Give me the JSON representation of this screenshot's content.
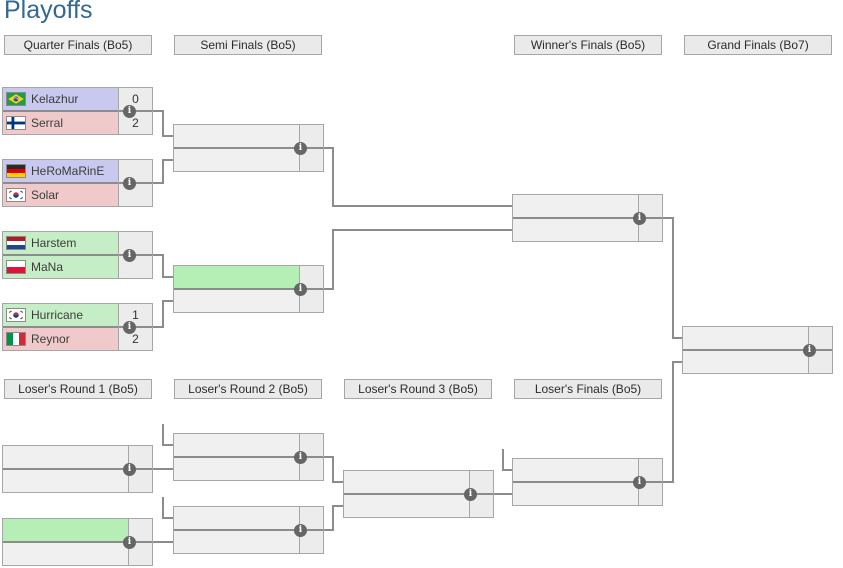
{
  "title": "Playoffs",
  "glyphs": {
    "info": "i"
  },
  "rounds": {
    "upper": [
      {
        "label": "Quarter Finals (Bo5)"
      },
      {
        "label": "Semi Finals (Bo5)"
      },
      {
        "label": "Winner's Finals (Bo5)"
      },
      {
        "label": "Grand Finals (Bo7)"
      }
    ],
    "lower": [
      {
        "label": "Loser's Round 1 (Bo5)"
      },
      {
        "label": "Loser's Round 2 (Bo5)"
      },
      {
        "label": "Loser's Round 3 (Bo5)"
      },
      {
        "label": "Loser's Finals (Bo5)"
      }
    ]
  },
  "bracket": {
    "quarterfinals": [
      {
        "p1": {
          "name": "Kelazhur",
          "country": "brazil",
          "race": "terran",
          "score": "0"
        },
        "p2": {
          "name": "Serral",
          "country": "finland",
          "race": "zerg",
          "score": "2"
        }
      },
      {
        "p1": {
          "name": "HeRoMaRinE",
          "country": "germany",
          "race": "terran",
          "score": ""
        },
        "p2": {
          "name": "Solar",
          "country": "southkorea",
          "race": "zerg",
          "score": ""
        }
      },
      {
        "p1": {
          "name": "Harstem",
          "country": "netherlands",
          "race": "protoss",
          "score": ""
        },
        "p2": {
          "name": "MaNa",
          "country": "poland",
          "race": "protoss",
          "score": ""
        }
      },
      {
        "p1": {
          "name": "Hurricane",
          "country": "southkorea",
          "race": "protoss",
          "score": "1"
        },
        "p2": {
          "name": "Reynor",
          "country": "italy",
          "race": "zerg",
          "score": "2"
        }
      }
    ],
    "advancer_highlights": [
      {
        "slot": "semifinal-2-top-row",
        "color_meaning": "protoss-green"
      },
      {
        "slot": "losers-round1-match2-top-row",
        "color_meaning": "protoss-green"
      }
    ]
  },
  "colors": {
    "title_text": "#35688f",
    "terran_row": "#c9c9f0",
    "zerg_row": "#f0caca",
    "protoss_row": "#c6eec6",
    "advancer_green_row": "#b5efb5",
    "empty_row": "#f0f0f0",
    "score_cell": "#ececec",
    "header_bg": "#eaeaea",
    "border": "#a6a6a6",
    "connector_line": "#8c8c8c",
    "info_icon_bg": "#666666"
  }
}
